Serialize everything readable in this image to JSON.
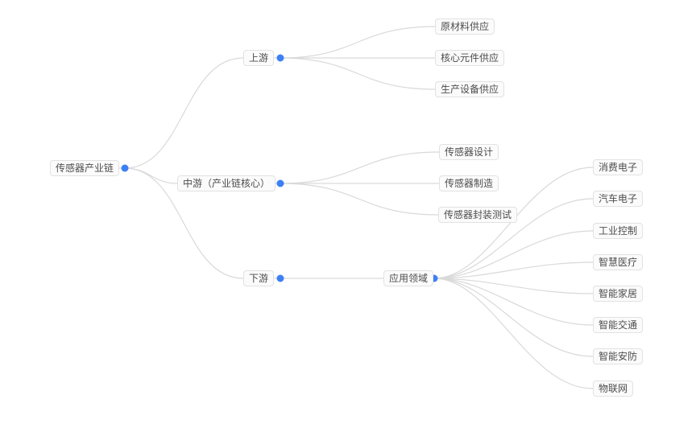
{
  "colors": {
    "canvas_bg": "#ffffff",
    "node_bg": "#fbfbfb",
    "node_border": "#e2e2e2",
    "node_text": "#4d4d4d",
    "edge_color": "#d9d9d9",
    "dot_color": "#3e80f4"
  },
  "mindmap": {
    "root": {
      "label": "传感器产业链",
      "children": [
        {
          "label": "上游",
          "children": [
            {
              "label": "原材料供应"
            },
            {
              "label": "核心元件供应"
            },
            {
              "label": "生产设备供应"
            }
          ]
        },
        {
          "label": "中游（产业链核心）",
          "children": [
            {
              "label": "传感器设计"
            },
            {
              "label": "传感器制造"
            },
            {
              "label": "传感器封装测试"
            }
          ]
        },
        {
          "label": "下游",
          "children": [
            {
              "label": "应用领域",
              "children": [
                {
                  "label": "消费电子"
                },
                {
                  "label": "汽车电子"
                },
                {
                  "label": "工业控制"
                },
                {
                  "label": "智慧医疗"
                },
                {
                  "label": "智能家居"
                },
                {
                  "label": "智能交通"
                },
                {
                  "label": "智能安防"
                },
                {
                  "label": "物联网"
                }
              ]
            }
          ]
        }
      ]
    }
  }
}
